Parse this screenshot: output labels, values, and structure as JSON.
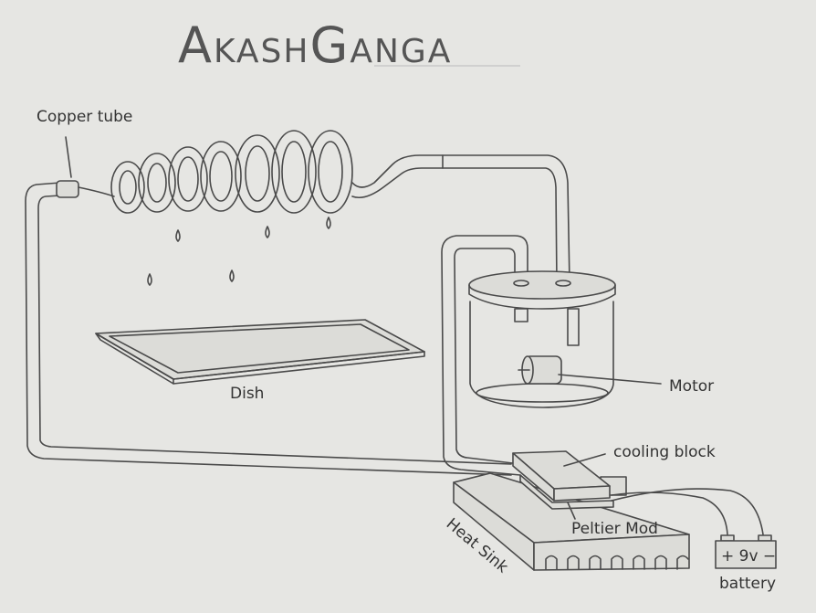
{
  "title": {
    "first_cap": "A",
    "first_rest": "KASH",
    "second_cap": "G",
    "second_rest": "ANGA",
    "full": "AkashGanga"
  },
  "labels": {
    "copper_tube": "Copper tube",
    "dish": "Dish",
    "motor": "Motor",
    "cooling_block": "cooling block",
    "peltier": "Peltier Mod",
    "heat_sink": "Heat Sink",
    "battery_voltage": "+ 9v −",
    "battery": "battery"
  }
}
